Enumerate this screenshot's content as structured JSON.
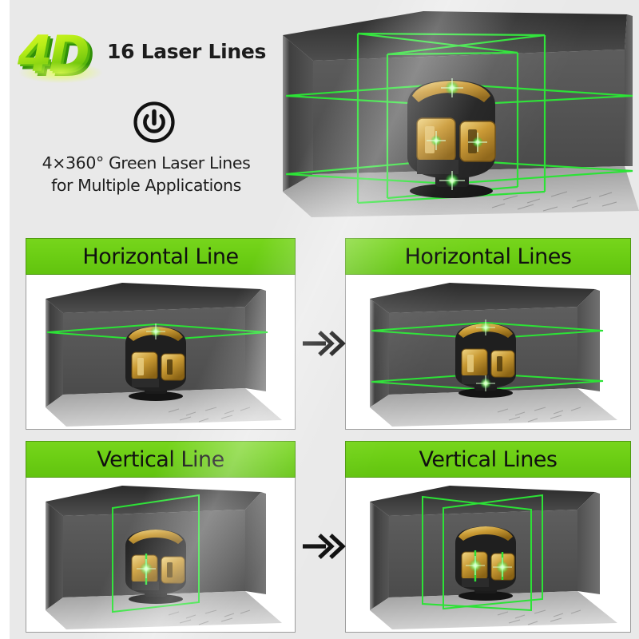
{
  "brand": {
    "logo_text": "4D",
    "logo_colors": {
      "light": "#c9f024",
      "mid": "#6ec50d",
      "dark": "#2f8f08"
    }
  },
  "header": {
    "headline": "16 Laser Lines",
    "power_icon": "power-icon",
    "subcopy_line1": "4×360° Green Laser Lines",
    "subcopy_line2": "for Multiple Applications"
  },
  "theme": {
    "accent_green": "#6cce14",
    "accent_green_border": "#4e9a10",
    "laser_green": "#2fe23a",
    "page_background": "#e9e9e9",
    "panel_background": "#ffffff",
    "text_dark": "#101010"
  },
  "hero": {
    "caption": "",
    "scene_name": "laser-level-room-16-lines",
    "device_name": "4d-green-laser-level",
    "beam_count": 16
  },
  "panels": [
    {
      "id": "horizontal-line",
      "title": "Horizontal Line",
      "mode": "horizontal",
      "line_count": 1,
      "scene_name": "room-single-horizontal-plane"
    },
    {
      "id": "horizontal-lines",
      "title": "Horizontal Lines",
      "mode": "horizontal",
      "line_count": 2,
      "scene_name": "room-double-horizontal-plane"
    },
    {
      "id": "vertical-line",
      "title": "Vertical Line",
      "mode": "vertical",
      "line_count": 1,
      "scene_name": "room-single-vertical-plane"
    },
    {
      "id": "vertical-lines",
      "title": "Vertical Lines",
      "mode": "vertical",
      "line_count": 2,
      "scene_name": "room-double-vertical-plane"
    }
  ],
  "arrows": [
    {
      "id": "arrow-horizontal",
      "glyph": "»",
      "direction": "right"
    },
    {
      "id": "arrow-vertical",
      "glyph": "»",
      "direction": "right"
    }
  ]
}
